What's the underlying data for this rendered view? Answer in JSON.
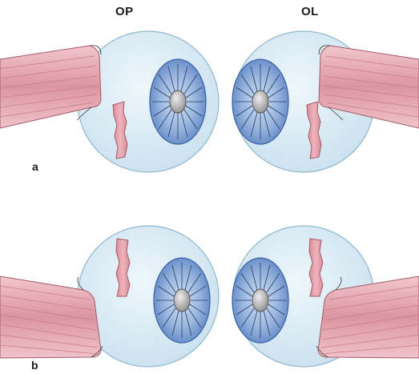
{
  "labels": {
    "right_eye": "OP",
    "left_eye": "OL",
    "row_a": "a",
    "row_b": "b"
  },
  "colors": {
    "sclera": "#d7eaf4",
    "sclera_edge": "#8fb8cf",
    "iris": "#7fa2d4",
    "iris_edge": "#3f64a6",
    "pupil": "#b8b8b8",
    "muscle": "#e2a3ad",
    "muscle_edge": "#a35a67"
  }
}
